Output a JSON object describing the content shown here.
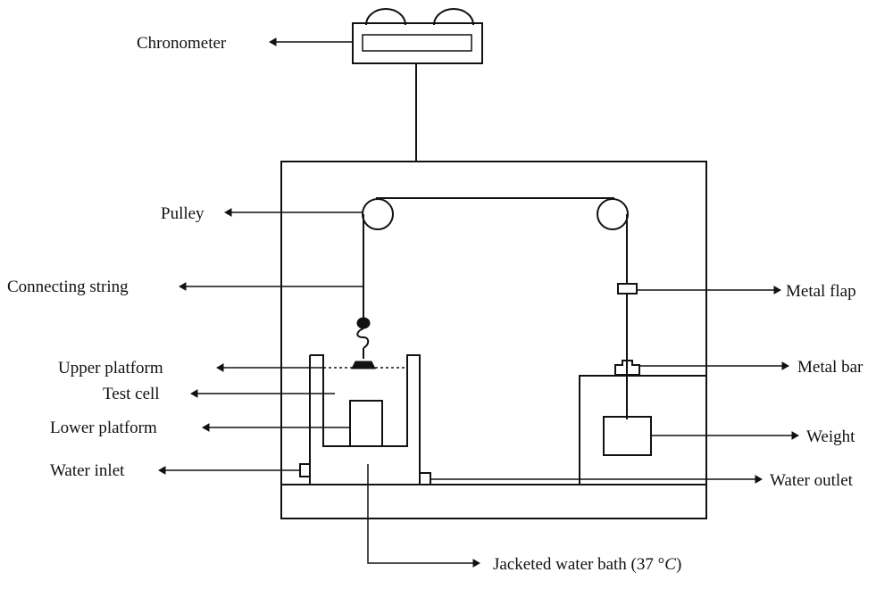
{
  "labels": {
    "chronometer": "Chronometer",
    "pulley": "Pulley",
    "connecting_string": "Connecting string",
    "upper_platform": "Upper platform",
    "test_cell": "Test cell",
    "lower_platform": "Lower platform",
    "water_inlet": "Water inlet",
    "metal_flap": "Metal flap",
    "metal_bar": "Metal bar",
    "weight": "Weight",
    "water_outlet": "Water outlet",
    "jacketed_water_bath": "Jacketed water bath (37 °",
    "jacketed_water_bath_unit": "C",
    "jacketed_water_bath_close": ")"
  },
  "colors": {
    "line": "#111111",
    "background": "#ffffff"
  }
}
